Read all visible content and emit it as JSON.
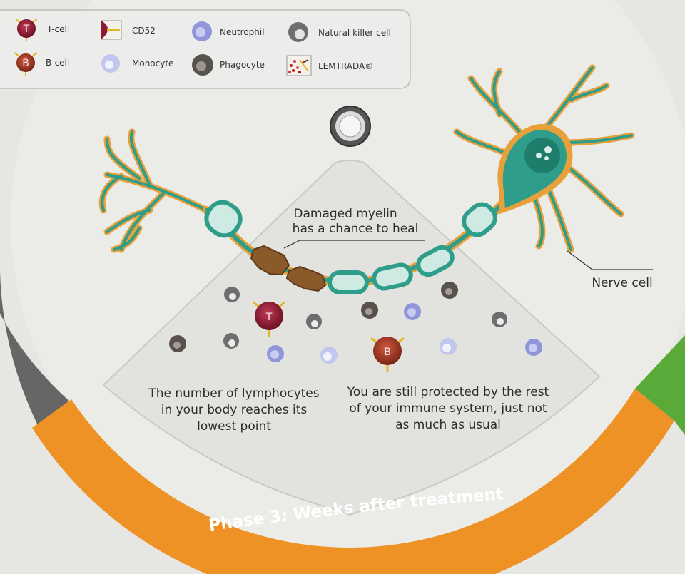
{
  "legend": {
    "t_cell": "T-cell",
    "b_cell": "B-cell",
    "cd52": "CD52",
    "monocyte": "Monocyte",
    "neutrophil": "Neutrophil",
    "phagocyte": "Phagocyte",
    "nk_cell": "Natural killer cell",
    "lemtrada": "LEMTRADA®"
  },
  "labels": {
    "t_letter": "T",
    "b_letter": "B",
    "myelin_line1": "Damaged myelin",
    "myelin_line2": "has a chance to heal",
    "nerve_cell": "Nerve cell",
    "lymph_line1": "The number of lymphocytes",
    "lymph_line2": "in your body reaches its",
    "lymph_line3": "lowest point",
    "protect_line1": "You are still protected by the rest",
    "protect_line2": "of your immune system, just not",
    "protect_line3": "as much as usual",
    "phase_title": "Phase 3: Weeks after treatment"
  },
  "colors": {
    "t_cell": "#8c1a33",
    "b_cell": "#a33424",
    "neutrophil": "#8f96d9",
    "monocyte": "#c2c7ee",
    "phagocyte": "#57524c",
    "nk_cell": "#6e6e6e",
    "neuron_green": "#2e9e8a",
    "neuron_orange": "#e8a03a",
    "damaged_myelin": "#8a5a2b",
    "phase_band": "#ef9226",
    "green_band": "#58a83a"
  },
  "icons": [
    "t-cell-icon",
    "b-cell-icon",
    "cd52-icon",
    "monocyte-icon",
    "neutrophil-icon",
    "phagocyte-icon",
    "nk-cell-icon",
    "lemtrada-icon",
    "grommet-icon",
    "nerve-cell-icon"
  ]
}
